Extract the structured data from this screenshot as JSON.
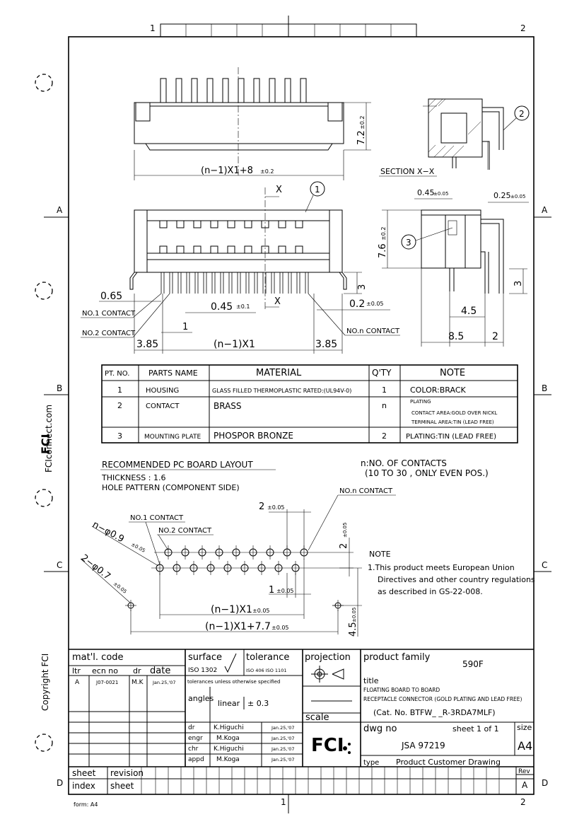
{
  "frame": {
    "col_top_left": "1",
    "col_top_right": "2",
    "col_bottom_left": "1",
    "col_bottom_right": "2",
    "rows": [
      "A",
      "B",
      "C",
      "D"
    ],
    "form": "form: A4",
    "side_website": "FCIconnect.com",
    "side_copyright": "Copyright FCI"
  },
  "top_view": {
    "height_dim": "7.2",
    "height_tol": "±0.2",
    "width_dim": "(n−1)X1+8",
    "width_tol": "±0.2"
  },
  "section": {
    "label": "SECTION X−X",
    "balloon": "2",
    "dim_a": "0.45",
    "dim_a_tol": "±0.05",
    "dim_b": "0.25",
    "dim_b_tol": "±0.05"
  },
  "front_view": {
    "balloon": "1",
    "section_mark": "X",
    "pitch_small": "0.65",
    "no1_contact": "NO.1 CONTACT",
    "no2_contact": "NO.2 CONTACT",
    "non_contact": "NO.n CONTACT",
    "pitch_045": "0.45",
    "pitch_045_tol": "±0.1",
    "dim_02": "0.2",
    "dim_02_tol": "±0.05",
    "dim_3": "3",
    "dim_1": "1",
    "dim_385_l": "3.85",
    "dim_385_r": "3.85",
    "span": "(n−1)X1"
  },
  "side_view": {
    "balloon": "3",
    "height": "7.6",
    "height_tol": "±0.2",
    "dim_3": "3",
    "dim_45": "4.5",
    "dim_85": "8.5",
    "dim_2": "2"
  },
  "parts_table": {
    "headers": [
      "PT. NO.",
      "PARTS NAME",
      "MATERIAL",
      "Q'TY",
      "NOTE"
    ],
    "rows": [
      {
        "no": "1",
        "name": "HOUSING",
        "material": "GLASS FILLED THERMOPLASTIC RATED:(UL94V-0)",
        "qty": "1",
        "note": [
          "COLOR:BRACK"
        ]
      },
      {
        "no": "2",
        "name": "CONTACT",
        "material": "BRASS",
        "qty": "n",
        "note": [
          "PLATING",
          "CONTACT AREA:GOLD OVER NICKL",
          "TERMINAL AREA:TIN (LEAD FREE)"
        ]
      },
      {
        "no": "3",
        "name": "MOUNTING PLATE",
        "material": "PHOSPOR BRONZE",
        "qty": "2",
        "note": [
          "PLATING:TIN (LEAD FREE)"
        ]
      }
    ]
  },
  "pcb": {
    "title": "RECOMMENDED PC BOARD LAYOUT",
    "thickness": "THICKNESS : 1.6",
    "pattern": "HOLE PATTERN (COMPONENT SIDE)",
    "n_note1": "n:NO. OF CONTACTS",
    "n_note2": "(10 TO 30 , ONLY EVEN POS.)",
    "non_contact": "NO.n CONTACT",
    "no1_contact": "NO.1 CONTACT",
    "no2_contact": "NO.2 CONTACT",
    "hole_a": "n−φ0.9",
    "hole_a_tol": "±0.05",
    "hole_b": "2−φ0.7",
    "hole_b_tol": "±0.05",
    "dim_2": "2",
    "dim_2_tol": "±0.05",
    "dim_2v": "2",
    "dim_2v_tol": "±0.05",
    "dim_1": "1",
    "dim_1_tol": "±0.05",
    "span1": "(n−1)X1",
    "span1_tol": "±0.05",
    "span2": "(n−1)X1+7.7",
    "span2_tol": "±0.05",
    "dim_45": "4.5",
    "dim_45_tol": "±0.05",
    "note_title": "NOTE",
    "note_lines": [
      "1.This product meets European Union",
      "Directives and other country regulations",
      "as described in GS-22-008."
    ]
  },
  "title_block": {
    "matl_code": "mat'l. code",
    "surface": "surface",
    "surface_std": "ISO 1302",
    "tolerance": "tolerance",
    "tolerance_std": "ISO 406  ISO 1101",
    "projection": "projection",
    "product_family_label": "product family",
    "product_family": "590F",
    "ltr": "ltr",
    "ecn_no": "ecn no",
    "dr": "dr",
    "date": "date",
    "rev_ltr": "A",
    "rev_ecn": "J07-0021",
    "rev_dr": "M.K",
    "rev_date": "Jan.25,'07",
    "tol_note": "tolerances unless otherwise specified",
    "angles": "angles",
    "linear": "linear",
    "linear_tol": "± 0.3",
    "title_label": "title",
    "title_lines": [
      "FLOATING BOARD TO BOARD",
      "RECEPTACLE CONNECTOR (GOLD PLATING AND LEAD FREE)"
    ],
    "cat_no": "(Cat. No. BTFW_ _R-3RDA7MLF)",
    "scale": "scale",
    "approvals": [
      {
        "role": "dr",
        "name": "K.Higuchi",
        "date": "Jan.25,'07"
      },
      {
        "role": "engr",
        "name": "M.Koga",
        "date": "Jan.25,'07"
      },
      {
        "role": "chr",
        "name": "K.Higuchi",
        "date": "Jan.25,'07"
      },
      {
        "role": "appd",
        "name": "M.Koga",
        "date": "Jan.25,'07"
      }
    ],
    "logo": "FCI",
    "dwg_no_label": "dwg no",
    "sheet_of": "sheet 1 of 1",
    "size_label": "size",
    "size": "A4",
    "dwg_no": "JSA 97219",
    "type_label": "type",
    "type": "Product Customer Drawing",
    "sheet_index": "sheet",
    "sheet_index2": "index",
    "revision": "revision",
    "revision2": "sheet",
    "rev_label": "Rev",
    "rev": "A"
  }
}
